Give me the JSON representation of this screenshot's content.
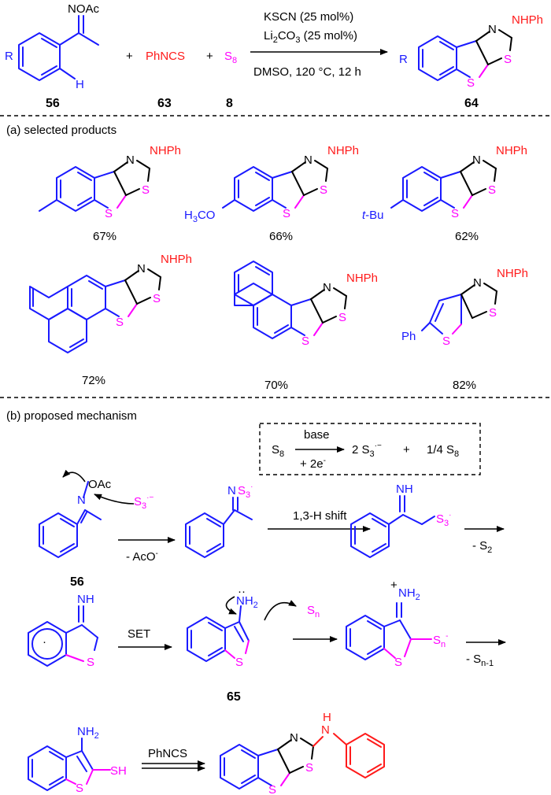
{
  "top": {
    "reagent_noac": "NOAc",
    "reagent_r": "R",
    "reagent_h": "H",
    "plus1": "+",
    "phncs": "PhNCS",
    "plus2": "+",
    "s8": "S",
    "s8_sub": "8",
    "cond1": "KSCN (25 mol%)",
    "cond2_a": "Li",
    "cond2_sub1": "2",
    "cond2_b": "CO",
    "cond2_sub2": "3",
    "cond2_c": " (25 mol%)",
    "cond3": "DMSO, 120 °C, 12 h",
    "prod_r": "R",
    "prod_nhph": "NHPh",
    "lbl_56": "56",
    "lbl_63": "63",
    "lbl_8": "8",
    "lbl_64": "64"
  },
  "section_a": {
    "title": "(a) selected products",
    "sub_ome_a": "H",
    "sub_ome_sub": "3",
    "sub_ome_b": "CO",
    "sub_tbu_a": "t",
    "sub_tbu_b": "-Bu",
    "sub_ph": "Ph",
    "yields": [
      "67%",
      "66%",
      "62%",
      "72%",
      "70%",
      "82%"
    ]
  },
  "section_b": {
    "title": "(b) proposed mechanism",
    "box_s8": "S",
    "box_s8_sub": "8",
    "box_base": "base",
    "box_2e": "+ 2e",
    "box_2e_sup": "-",
    "box_prod_a": "2 S",
    "box_prod_sub": "3",
    "box_prod_sup": "·−",
    "box_plus": "+",
    "box_prod_b": "1/4 S",
    "box_prod_b_sub": "8",
    "oac": "OAc",
    "s3": "S",
    "s3_sub": "3",
    "s3_sup": "·−",
    "minus_aco": "- AcO",
    "minus_aco_sup": "-",
    "h_shift": "1,3-H shift",
    "minus_s2": "- S",
    "minus_s2_sub": "2",
    "nh": "NH",
    "nh2": "NH",
    "nh2_sub": "2",
    "set": "SET",
    "sn": "S",
    "sn_sub": "n",
    "minus_sn1": "- S",
    "minus_sn1_sub": "n-1",
    "phncs": "PhNCS",
    "sh": "SH",
    "lbl_56": "56",
    "lbl_65": "65"
  }
}
